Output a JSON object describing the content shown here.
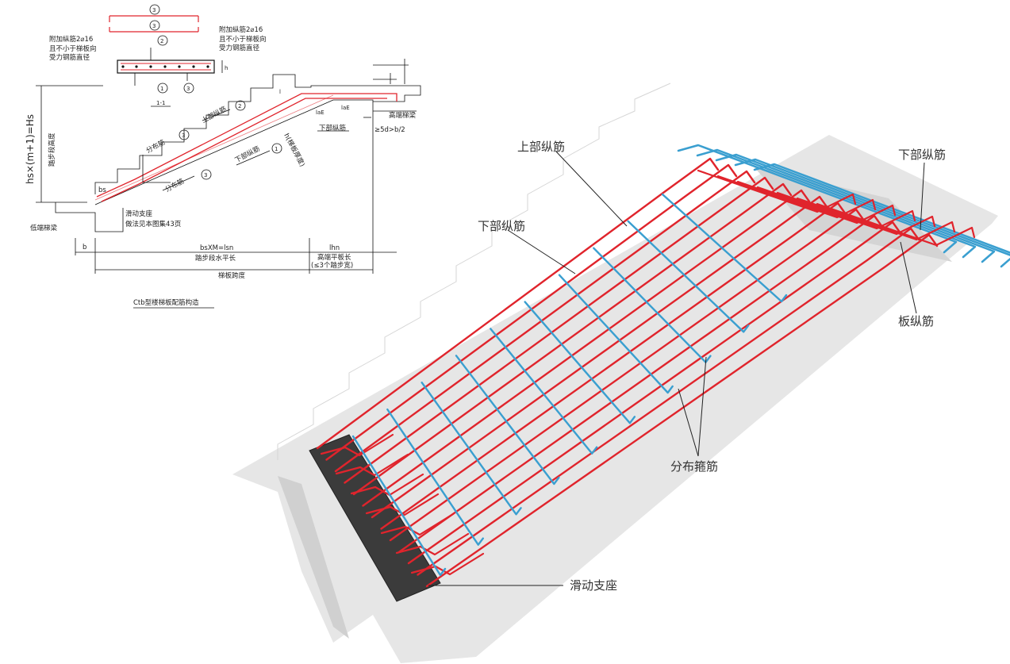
{
  "section": {
    "title": "1-1",
    "circle_1": "1",
    "circle_2": "2",
    "circle_3": "3",
    "left_note_1": "附加纵筋2⌀16",
    "left_note_2": "且不小于梯板向",
    "left_note_3": "受力钢筋直径",
    "right_note_1": "附加纵筋2⌀16",
    "right_note_2": "且不小于梯板向",
    "right_note_3": "受力钢筋直径",
    "dim_h": "h"
  },
  "detail": {
    "height_formula": "hs×(m+1)=Hs",
    "height_label": "踏步段高度",
    "label_fenbujin": "分布筋",
    "label_upper": "上部纵筋",
    "label_lower": "下部纵筋",
    "label_thickness": "h(梯板厚度)",
    "label_lower_end": "下部纵筋",
    "label_high_beam": "高端梯梁",
    "label_anchor": "≥5d>b/2",
    "label_bs": "bs",
    "label_slide": "滑动支座",
    "label_slide_ref": "做法见本图集43页",
    "label_low_beam": "低端梯梁",
    "dim_b": "b",
    "dim_bsxm": "bsXM=lsn",
    "dim_bsxm_label": "踏步段水平长",
    "dim_lhn": "lhn",
    "dim_lhn_label_1": "高端平板长",
    "dim_lhn_label_2": "(≤3个踏步宽)",
    "dim_span": "梯板跨度",
    "dim_lae": "laE",
    "dim_l": "l",
    "caption": "Ctb型楼梯板配筋构造"
  },
  "model": {
    "label_upper": "上部纵筋",
    "label_lower": "下部纵筋",
    "label_lower_right": "下部纵筋",
    "label_plate": "板纵筋",
    "label_stirrup": "分布箍筋",
    "label_slide": "滑动支座"
  },
  "colors": {
    "rebar_main": "#e0242c",
    "rebar_dist": "#3a9fd0",
    "concrete": "#e8e8e8",
    "support": "#3a3a3a"
  }
}
